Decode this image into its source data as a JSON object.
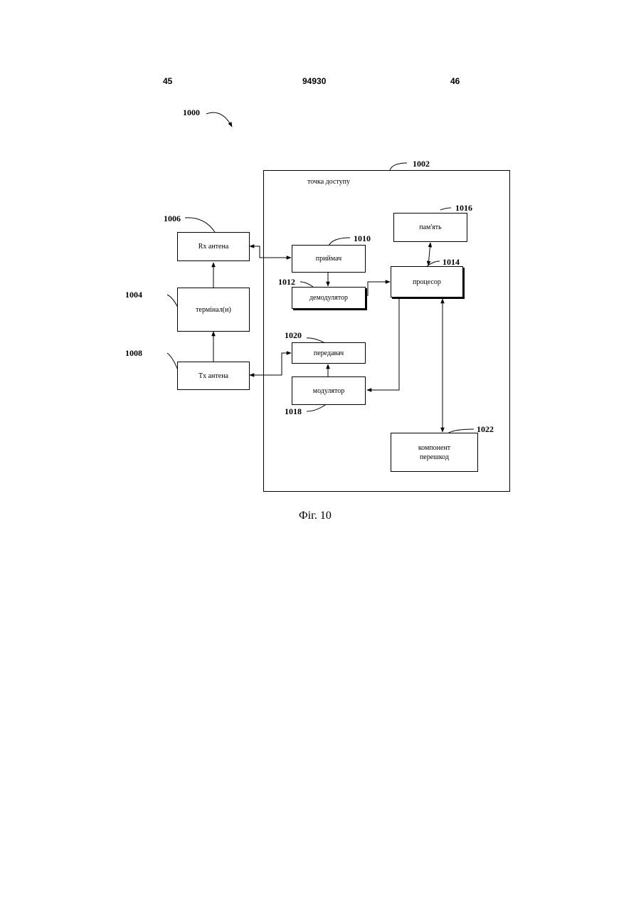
{
  "header": {
    "left_page": "45",
    "patent_number": "94930",
    "right_page": "46"
  },
  "figure": {
    "ref": "1000",
    "caption": "Фіг. 10",
    "access_point": {
      "ref": "1002",
      "label": "точка доступу"
    },
    "blocks": {
      "rx_antenna": {
        "ref": "1006",
        "label": "Rx антена"
      },
      "terminals": {
        "ref": "1004",
        "label": "термінал(и)"
      },
      "tx_antenna": {
        "ref": "1008",
        "label": "Tx антена"
      },
      "receiver": {
        "ref": "1010",
        "label": "приймач"
      },
      "demodulator": {
        "ref": "1012",
        "label": "демодулятор"
      },
      "memory": {
        "ref": "1016",
        "label": "пам'ять"
      },
      "processor": {
        "ref": "1014",
        "label": "процесор"
      },
      "transmitter": {
        "ref": "1020",
        "label": "передавач"
      },
      "modulator": {
        "ref": "1018",
        "label": "модулятор"
      },
      "interference": {
        "ref": "1022",
        "label_line1": "компонент",
        "label_line2": "перешкод"
      }
    }
  }
}
